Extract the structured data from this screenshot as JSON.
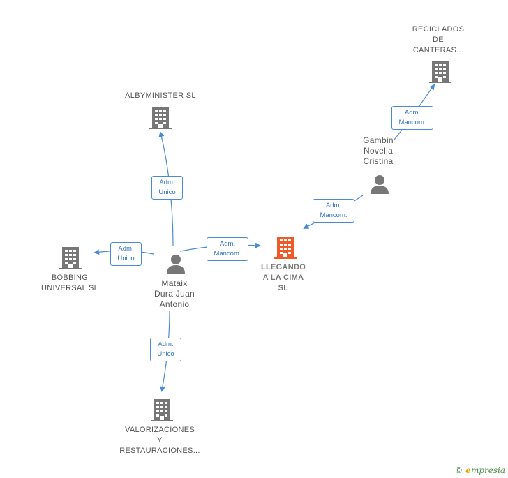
{
  "nodes": {
    "center": [
      "LLEGANDO",
      "A LA CIMA",
      "SL"
    ],
    "albyminister": [
      "ALBYMINISTER SL"
    ],
    "bobbing": [
      "BOBBING",
      "UNIVERSAL SL"
    ],
    "valorizaciones": [
      "VALORIZACIONES",
      "Y",
      "RESTAURACIONES..."
    ],
    "reciclados": [
      "RECICLADOS",
      "DE",
      "CANTERAS..."
    ],
    "mataix": [
      "Mataix",
      "Dura Juan",
      "Antonio"
    ],
    "gambin": [
      "Gambin",
      "Novella",
      "Cristina"
    ]
  },
  "edges": {
    "mataix_center": [
      "Adm.",
      "Mancom."
    ],
    "mataix_albyminister": [
      "Adm.",
      "Unico"
    ],
    "mataix_bobbing": [
      "Adm.",
      "Unico"
    ],
    "mataix_valorizaciones": [
      "Adm.",
      "Unico"
    ],
    "gambin_center": [
      "Adm.",
      "Mancom."
    ],
    "gambin_reciclados": [
      "Adm.",
      "Mancom."
    ]
  },
  "colors": {
    "edge": "#4a8ad4",
    "company_icon": "#777777",
    "center_icon": "#f05a28",
    "person_icon": "#777777"
  },
  "brand": {
    "copyright": "©",
    "name_initial": "e",
    "name_rest": "mpresia"
  }
}
